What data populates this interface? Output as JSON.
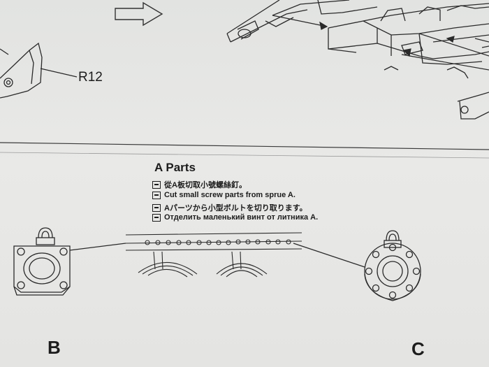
{
  "parts_ref": "R12",
  "section": {
    "title": "A Parts",
    "instructions": [
      {
        "lang": "zh",
        "text": "從A板切取小號螺絲釘。"
      },
      {
        "lang": "en",
        "text": "Cut small screw parts from sprue A."
      },
      {
        "lang": "ja",
        "text": "Aパーツから小型ボルトを切り取ります。"
      },
      {
        "lang": "ru",
        "text": "Отделить маленький винт от литника А."
      }
    ]
  },
  "labels": {
    "b": "B",
    "c": "C"
  }
}
